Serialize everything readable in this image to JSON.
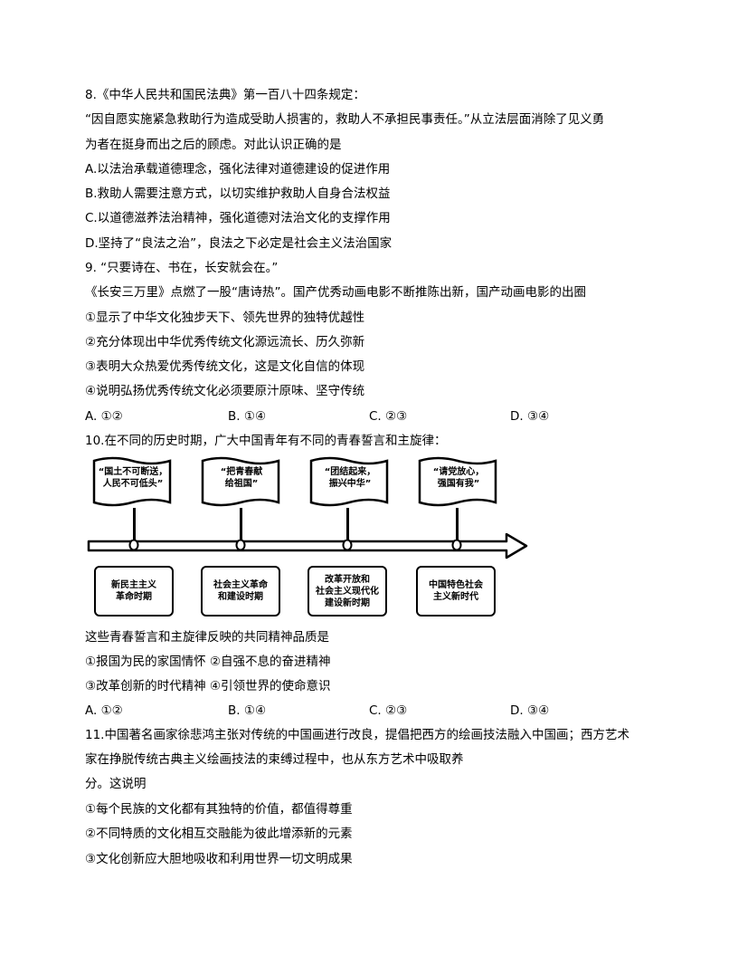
{
  "q8": {
    "stem1": "8.《中华人民共和国民法典》第一百八十四条规定：",
    "stem2": "“因自愿实施紧急救助行为造成受助人损害的，救助人不承担民事责任。”从立法层面消除了见义勇",
    "stem3": "为者在挺身而出之后的顾虑。对此认识正确的是",
    "options": [
      "A.以法治承载道德理念，强化法律对道德建设的促进作用",
      "B.救助人需要注意方式，以切实维护救助人自身合法权益",
      "C.以道德滋养法治精神，强化道德对法治文化的支撑作用",
      "D.坚持了“良法之治”，良法之下必定是社会主义法治国家"
    ]
  },
  "q9": {
    "stem1": "9. “只要诗在、书在，长安就会在。”",
    "stem2": "《长安三万里》点燃了一股“唐诗热”。国产优秀动画电影不断推陈出新，国产动画电影的出圈",
    "items": [
      "①显示了中华文化独步天下、领先世界的独特优越性",
      "②充分体现出中华优秀传统文化源远流长、历久弥新",
      "③表明大众热爱优秀传统文化，这是文化自信的体现",
      "④说明弘扬优秀传统文化必须要原汁原味、坚守传统"
    ],
    "choices": [
      "A. ①②",
      "B. ①④",
      "C. ②③",
      "D. ③④"
    ]
  },
  "q10": {
    "stem": "10.在不同的历史时期，广大中国青年有不同的青春誓言和主旋律：",
    "flags": [
      "“国土不可断送，\n人民不可低头”",
      "“把青春献\n给祖国”",
      "“团结起来，\n振兴中华”",
      "“请党放心，\n强国有我”"
    ],
    "periods": [
      "新民主主义\n革命时期",
      "社会主义革命\n和建设时期",
      "改革开放和\n社会主义现代化\n建设新时期",
      "中国特色社会\n主义新时代"
    ],
    "question": "这些青春誓言和主旋律反映的共同精神品质是",
    "items": [
      "①报国为民的家国情怀 ②自强不息的奋进精神",
      "③改革创新的时代精神 ④引领世界的使命意识"
    ],
    "choices": [
      "A. ①②",
      "B. ①④",
      "C. ②③",
      "D. ③④"
    ]
  },
  "q11": {
    "stem1": "11.中国著名画家徐悲鸿主张对传统的中国画进行改良，提倡把西方的绘画技法融入中国画；西方艺术",
    "stem2": "家在挣脱传统古典主义绘画技法的束缚过程中，也从东方艺术中吸取养",
    "stem3": "分。这说明",
    "items": [
      "①每个民族的文化都有其独特的价值，都值得尊重",
      "②不同特质的文化相互交融能为彼此增添新的元素",
      "③文化创新应大胆地吸收和利用世界一切文明成果"
    ]
  }
}
